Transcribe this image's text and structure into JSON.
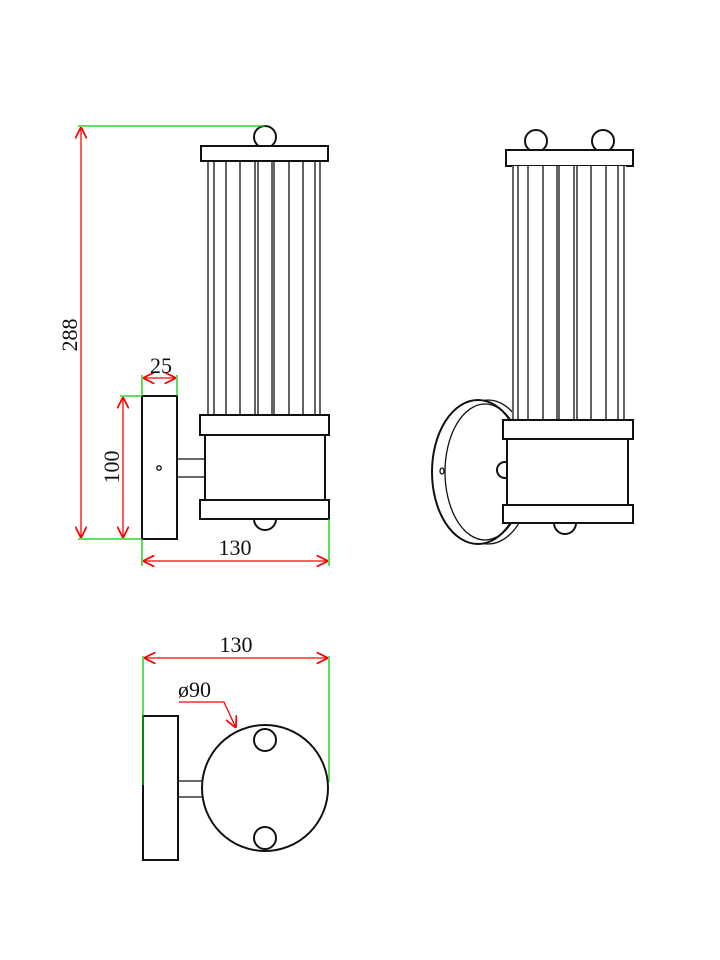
{
  "drawing": {
    "side_view": {
      "height_label": "288",
      "plate_width_label": "25",
      "plate_height_label": "100",
      "depth_label": "130"
    },
    "bottom_view": {
      "depth_label": "130",
      "diameter_label": "ø90"
    },
    "colors": {
      "dimension_line": "#ff0000",
      "extension_line": "#00cc00",
      "outline": "#111111"
    }
  }
}
